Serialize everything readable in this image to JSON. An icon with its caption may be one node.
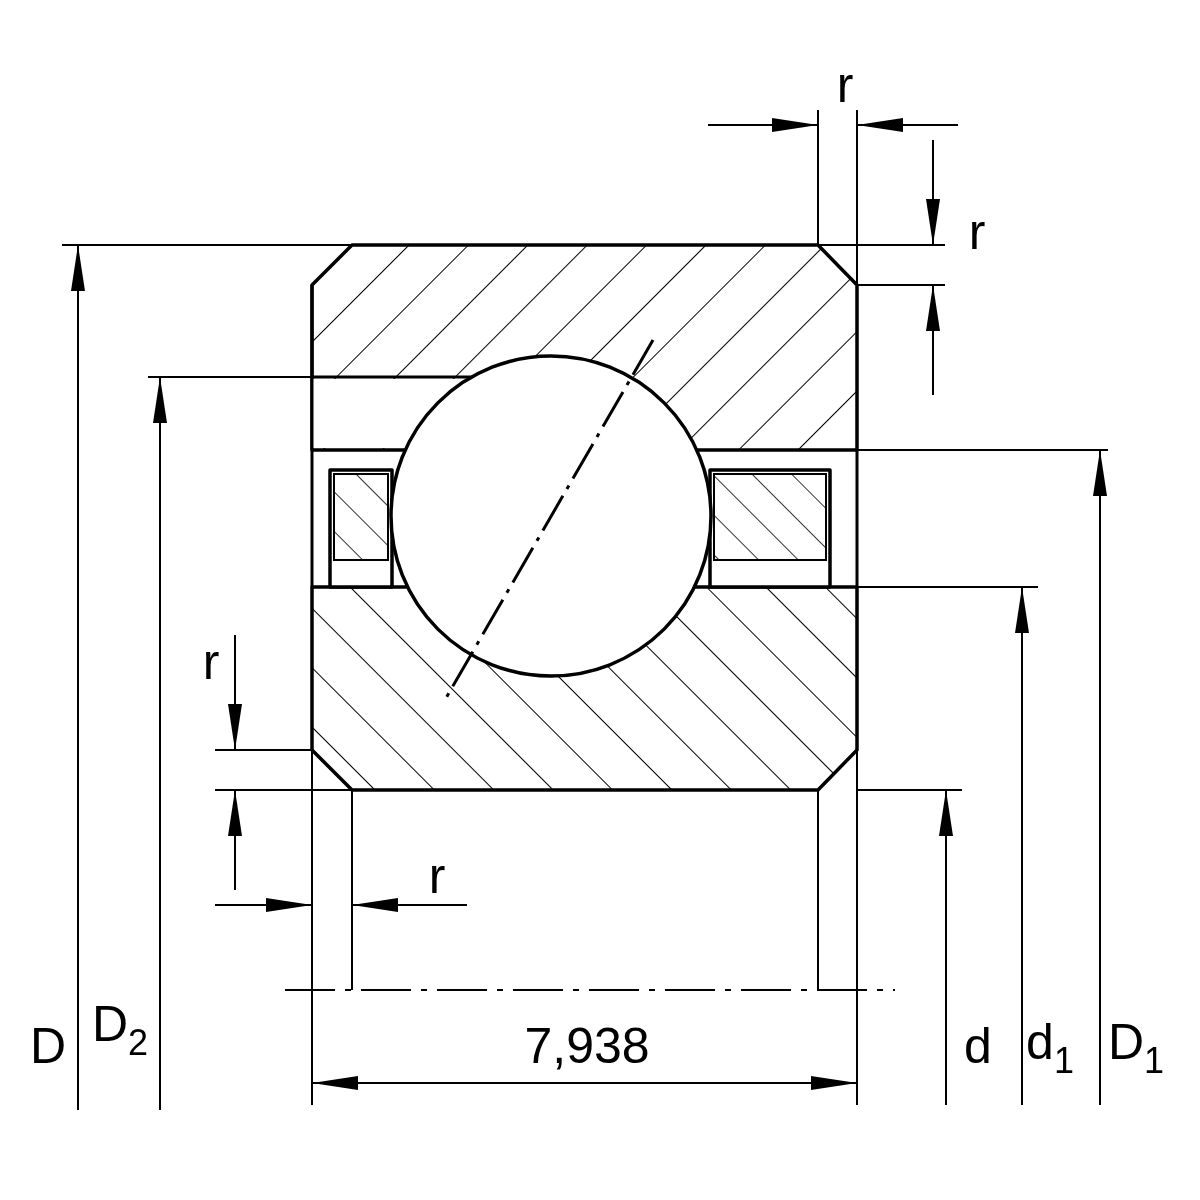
{
  "diagram": {
    "labels": [
      "r",
      "r",
      "r",
      "r",
      "D",
      "D$_{2}$",
      "7,938",
      "d",
      "d$_{1}$",
      "D$_{1}$"
    ]
  }
}
